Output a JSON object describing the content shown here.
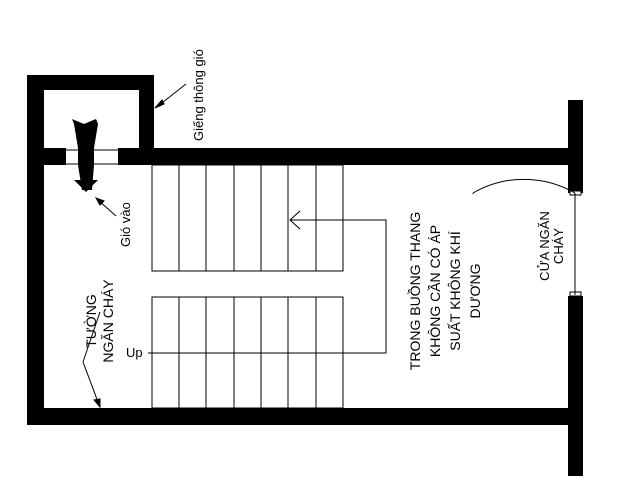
{
  "labels": {
    "vent_shaft": "Giếng thông gió",
    "air_in": "Gió vào",
    "fire_wall_line1": "TƯỜNG",
    "fire_wall_line2": "NGĂN CHÁY",
    "up": "Up",
    "note_line1": "TRONG BUỒNG THANG",
    "note_line2": "KHÔNG CẦN CÓ ÁP",
    "note_line3": "SUẤT KHÔNG KHÍ",
    "note_line4": "DƯƠNG",
    "door_line1": "CỬA NGĂN",
    "door_line2": "CHÁY"
  }
}
